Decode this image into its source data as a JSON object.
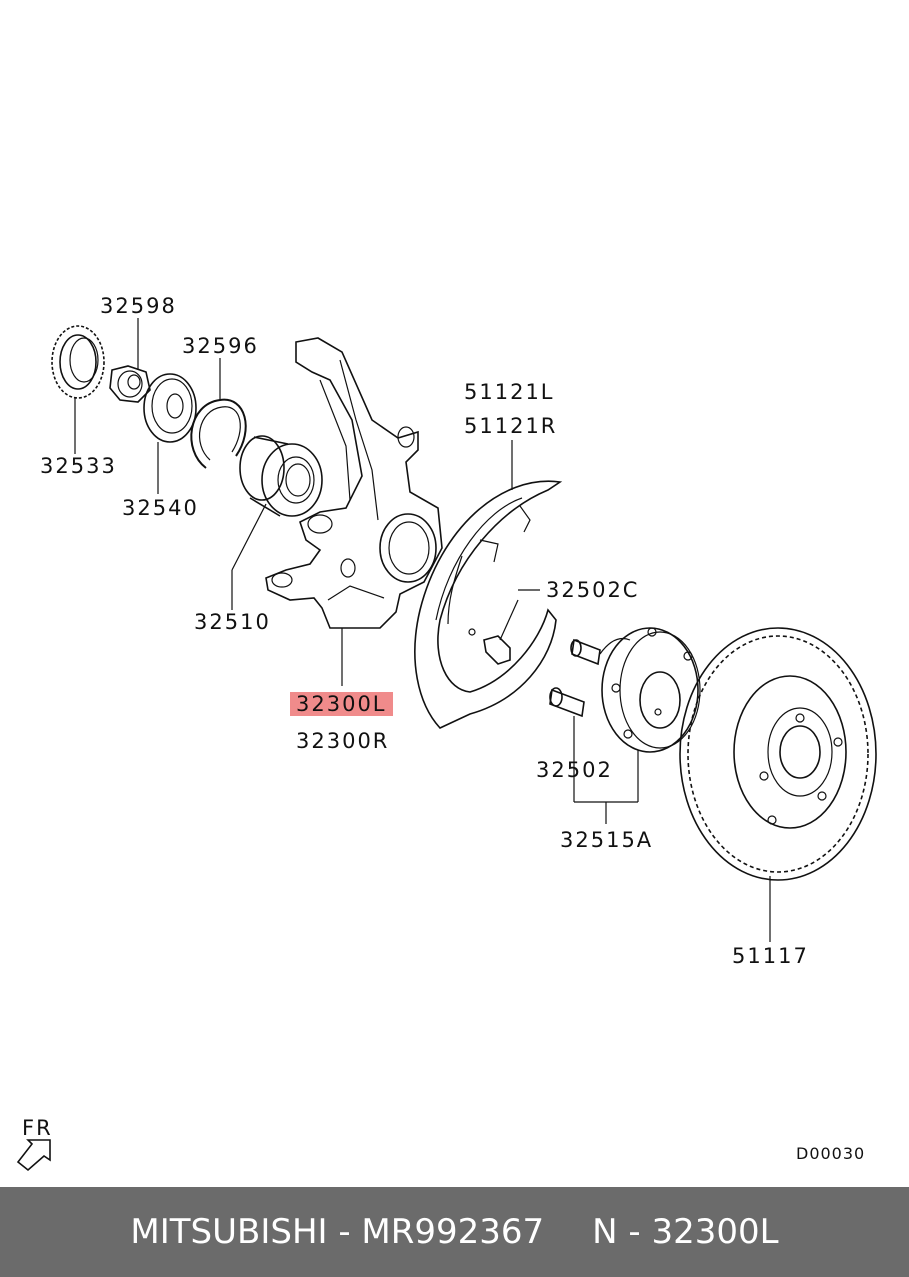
{
  "parts": {
    "p32598": "32598",
    "p32596": "32596",
    "p32533": "32533",
    "p32540": "32540",
    "p32510": "32510",
    "p32300L": "32300L",
    "p32300R": "32300R",
    "p51121L": "51121L",
    "p51121R": "51121R",
    "p32502C": "32502C",
    "p32502": "32502",
    "p32515A": "32515A",
    "p51117": "51117"
  },
  "highlight_color": "#f08b8b",
  "direction_label": "FR",
  "diagram_code": "D00030",
  "footer": {
    "brand_part": "MITSUBISHI - MR992367",
    "ref": "N - 32300L"
  }
}
